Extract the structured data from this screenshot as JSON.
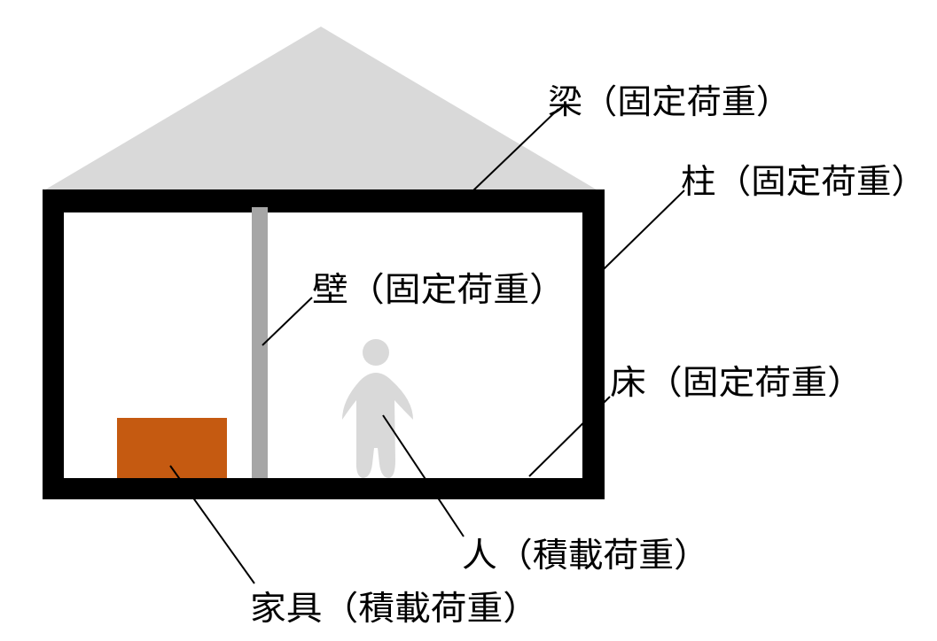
{
  "labels": {
    "beam": "梁（固定荷重）",
    "column": "柱（固定荷重）",
    "wall": "壁（固定荷重）",
    "floor": "床（固定荷重）",
    "person": "人（積載荷重）",
    "furniture": "家具（積載荷重）"
  },
  "colors": {
    "roof": "#d9d9d9",
    "frame": "#000000",
    "wall": "#a6a6a6",
    "furniture": "#c55a11",
    "person": "#d9d9d9"
  },
  "icons": {
    "person": "person-silhouette-icon"
  }
}
